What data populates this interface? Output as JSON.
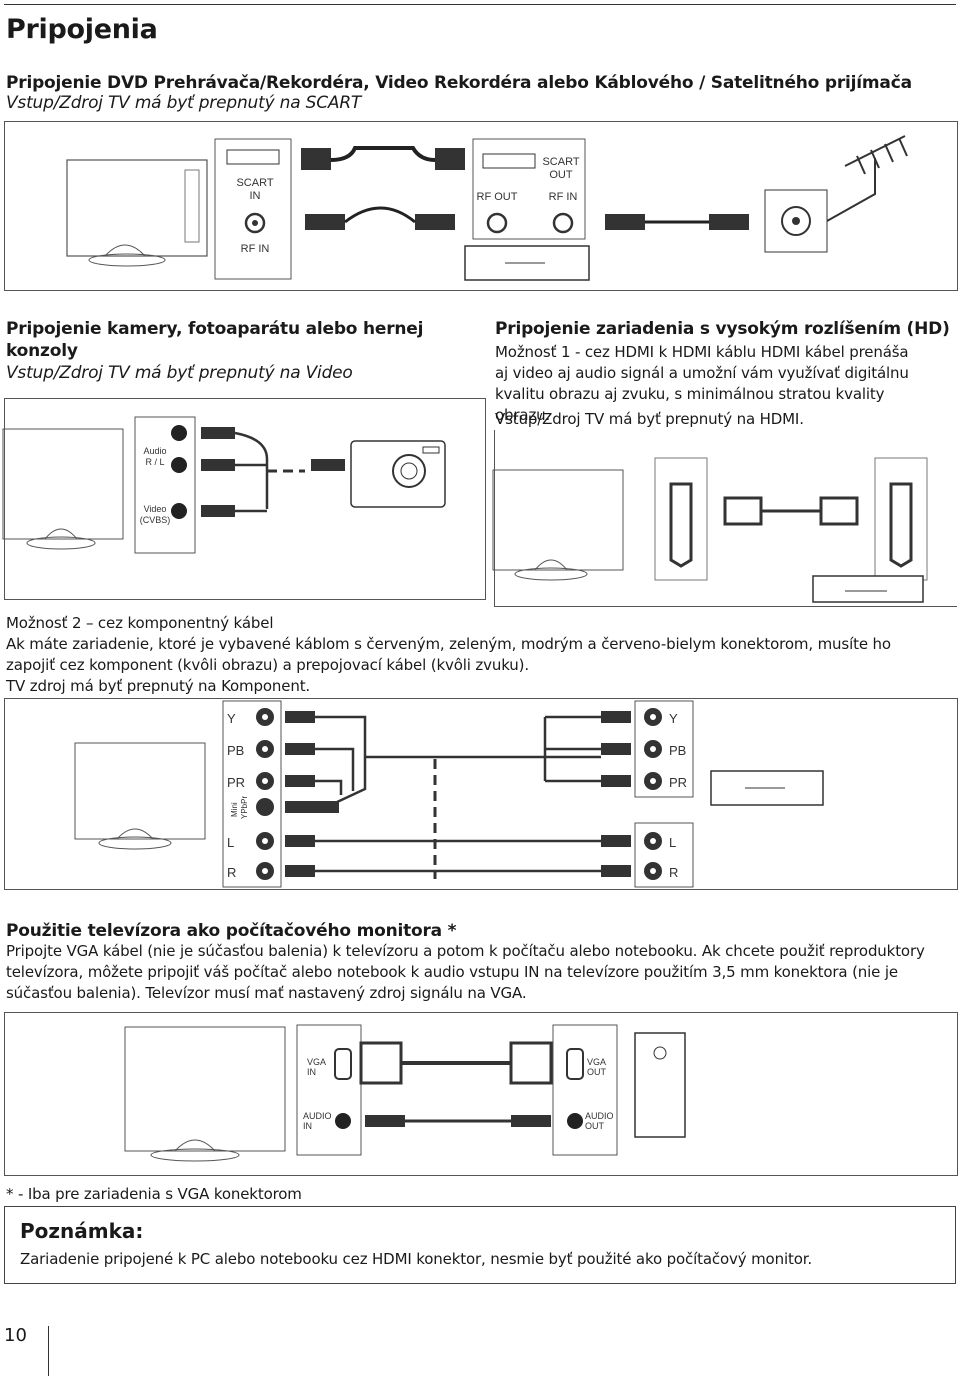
{
  "page_title": "Pripojenia",
  "section1": {
    "heading": "Pripojenie DVD Prehrávača/Rekordéra, Video Rekordéra alebo Káblového / Satelitného prijímača",
    "subheading": "Vstup/Zdroj TV má byť prepnutý na SCART",
    "labels": {
      "scart_in": "SCART IN",
      "rf_in_tv": "RF IN",
      "scart_out": "SCART OUT",
      "rf_out": "RF OUT",
      "rf_in_dev": "RF IN"
    }
  },
  "section2": {
    "heading": "Pripojenie kamery, fotoaparátu alebo hernej konzoly",
    "subheading": "Vstup/Zdroj TV má byť prepnutý na Video",
    "labels": {
      "audio": "Audio R / L",
      "video": "Video (CVBS)"
    }
  },
  "section3": {
    "heading": "Pripojenie zariadenia s vysokým rozlíšením (HD)",
    "text": "Možnosť 1 - cez HDMI k HDMI káblu  HDMI kábel prenáša aj video aj audio signál a umožní vám využívať digitálnu kvalitu obrazu aj zvuku, s minimálnou stratou kvality obrazu.",
    "text2": "Vstup/Zdroj TV má byť prepnutý na HDMI."
  },
  "section4": {
    "line1": "Možnosť 2 – cez komponentný kábel",
    "text": "Ak máte zariadenie, ktoré je vybavené káblom s červeným, zeleným, modrým a červeno-bielym konektorom, musíte ho zapojiť cez komponent (kvôli obrazu) a prepojovací kábel (kvôli zvuku).",
    "line3": "TV zdroj má byť prepnutý na Komponent.",
    "labels": {
      "y": "Y",
      "pb": "PB",
      "pr": "PR",
      "mini": "Mini YPbPr",
      "l": "L",
      "r": "R"
    }
  },
  "section5": {
    "heading": "Použitie televízora ako počítačového monitora *",
    "text": "Pripojte VGA kábel (nie je súčasťou balenia) k televízoru a potom k počítaču alebo notebooku. Ak chcete použiť reproduktory televízora, môžete pripojiť váš počítač alebo notebook k audio vstupu IN na televízore použitím 3,5 mm konektora (nie je súčasťou balenia). Televízor musí mať nastavený zdroj signálu na VGA.",
    "labels": {
      "vga_in": "VGA IN",
      "vga_out": "VGA OUT",
      "audio_in": "AUDIO IN",
      "audio_out": "AUDIO OUT"
    }
  },
  "footnote": "* - Iba pre zariadenia s VGA konektorom",
  "note": {
    "title": "Poznámka:",
    "text": "Zariadenie pripojené k PC alebo notebooku cez HDMI konektor, nesmie byť použité ako počítačový monitor."
  },
  "page_number": "10"
}
